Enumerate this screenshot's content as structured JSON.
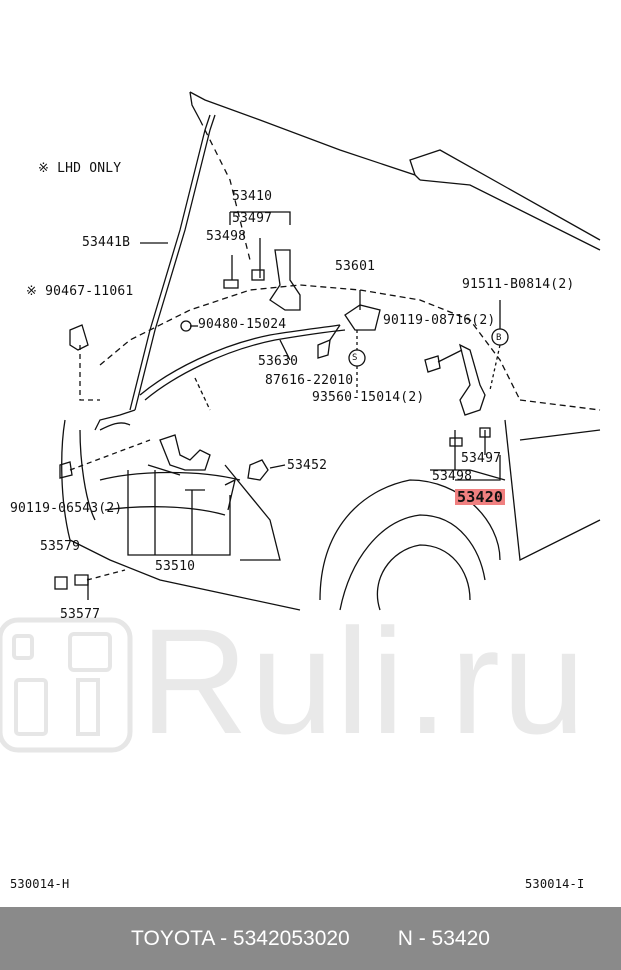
{
  "labels": {
    "lhd_note": "※ LHD ONLY",
    "p53410": "53410",
    "p53497_top": "53497",
    "p53498_top": "53498",
    "p53441b": "53441B",
    "p90467": "※ 90467-11061",
    "p53601": "53601",
    "p91511": "91511-B0814(2)",
    "p90480": "90480-15024",
    "p90119_08716": "90119-08716(2)",
    "p53630": "53630",
    "p87616": "87616-22010",
    "p93560": "93560-15014(2)",
    "p53452": "53452",
    "p53497_right": "53497",
    "p53498_right": "53498",
    "p53420": "53420",
    "p90119_06543": "90119-06543(2)",
    "p53579": "53579",
    "p53510": "53510",
    "p53577": "53577",
    "code_left": "530014-H",
    "code_right": "530014-I",
    "sym_s": "S",
    "sym_b": "B"
  },
  "watermark": {
    "text": "Ruli.ru"
  },
  "footer": {
    "part": "TOYOTA - 5342053020",
    "number": "N - 53420"
  },
  "colors": {
    "highlight": "#f08080",
    "footer_bg": "#8a8a8a"
  }
}
